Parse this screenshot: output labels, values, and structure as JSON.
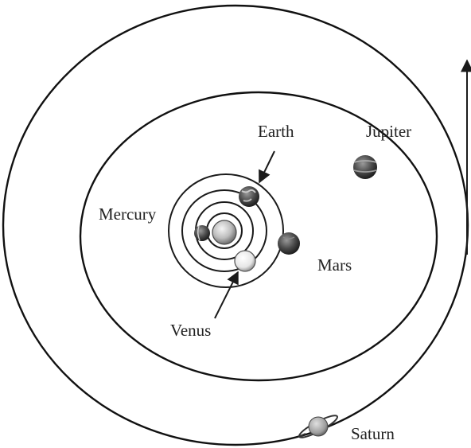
{
  "labels": {
    "earth": "Earth",
    "jupiter": "Jupiter",
    "mercury": "Mercury",
    "mars": "Mars",
    "venus": "Venus",
    "saturn": "Saturn"
  },
  "colors": {
    "ink": "#1a1a1a",
    "background": "#ffffff"
  }
}
